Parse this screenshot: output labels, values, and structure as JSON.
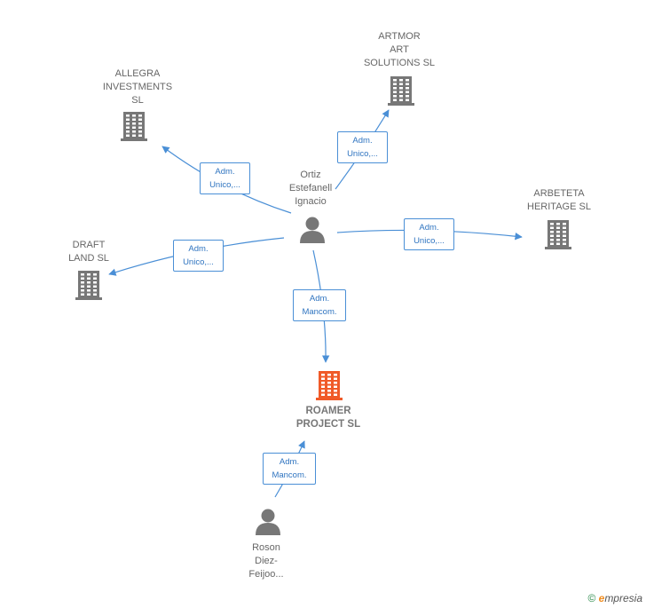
{
  "colors": {
    "edge": "#4a8fd6",
    "company": "#777777",
    "focus_company": "#f05a28",
    "person": "#777777"
  },
  "nodes": {
    "allegra": {
      "label": "ALLEGRA\nINVESTMENTS\nSL",
      "icon": "building-icon"
    },
    "artmor": {
      "label": "ARTMOR\nART\nSOLUTIONS  SL",
      "icon": "building-icon"
    },
    "arbeteta": {
      "label": "ARBETETA\nHERITAGE  SL",
      "icon": "building-icon"
    },
    "draft": {
      "label": "DRAFT\nLAND  SL",
      "icon": "building-icon"
    },
    "ortiz": {
      "label": "Ortiz\nEstefanell\nIgnacio",
      "icon": "person-icon"
    },
    "roamer": {
      "label": "ROAMER\nPROJECT  SL",
      "icon": "building-icon"
    },
    "roson": {
      "label": "Roson\nDiez-\nFeijoo...",
      "icon": "person-icon"
    }
  },
  "edges": {
    "ortiz_allegra": {
      "label": "Adm.\nUnico,..."
    },
    "ortiz_artmor": {
      "label": "Adm.\nUnico,..."
    },
    "ortiz_arbeteta": {
      "label": "Adm.\nUnico,..."
    },
    "ortiz_draft": {
      "label": "Adm.\nUnico,..."
    },
    "ortiz_roamer": {
      "label": "Adm.\nMancom."
    },
    "roson_roamer": {
      "label": "Adm.\nMancom."
    }
  },
  "footer": {
    "copyright": "©",
    "brand_initial": "e",
    "brand_rest": "mpresia"
  }
}
